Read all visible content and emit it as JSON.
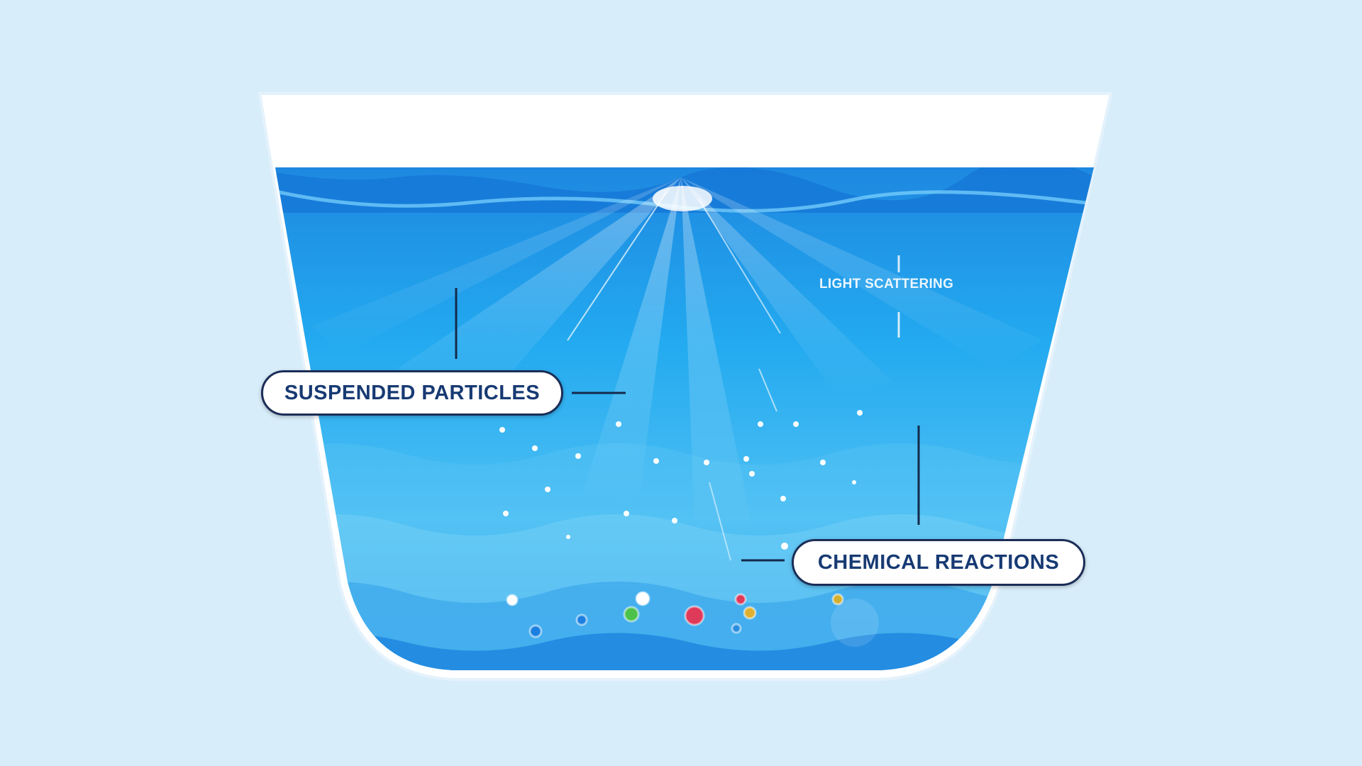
{
  "labels": {
    "suspended_particles": "SUSPENDED PARTICLES",
    "chemical_reactions": "CHEMICAL REACTIONS",
    "light_scattering": "LIGHT SCATTERING"
  },
  "colors": {
    "background": "#d8edfa",
    "water_deep": "#1e8fe0",
    "water_light": "#63c8f5",
    "label_border": "#1b2d57",
    "label_text": "#173a73"
  },
  "sediment_particle_colors": [
    "#ffffff",
    "#1a7fe0",
    "#1a7fe0",
    "#4cc24a",
    "#ffffff",
    "#e03a5a",
    "#e03a5a",
    "#e0b030",
    "#2a8ee0",
    "#d4b030"
  ]
}
